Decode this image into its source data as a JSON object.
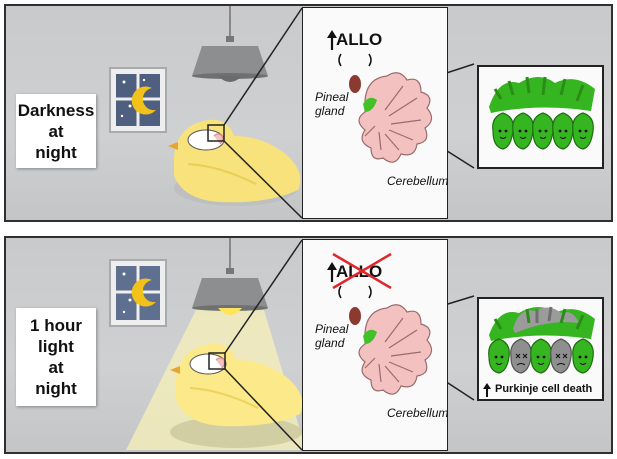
{
  "top_panel": {
    "condition_lines": [
      "Darkness",
      "at",
      "night"
    ],
    "allo_label": "ALLO",
    "pineal_label": "Pineal gland",
    "cerebellum_label": "Cerebellum"
  },
  "bottom_panel": {
    "condition_lines": [
      "1 hour",
      "light",
      "at",
      "night"
    ],
    "allo_label": "ALLO",
    "pineal_label": "Pineal gland",
    "cerebellum_label": "Cerebellum",
    "cell_caption": "Purkinje cell death"
  },
  "icons": [
    "window-moon-icon",
    "ceiling-lamp-icon",
    "bird-icon",
    "brain-icon",
    "up-arrow-icon",
    "cross-out-icon",
    "purkinje-cell-icon"
  ],
  "colors": {
    "panel_bg": "#cbcccf",
    "cerebellum": "#f4c1c1",
    "pineal": "#8a3a2f",
    "cell_green": "#35b51f",
    "dead_cell": "#8f8f8f",
    "cross": "#e0262b",
    "bird": "#f6e07a",
    "light_cone": "#f7f0b8"
  }
}
